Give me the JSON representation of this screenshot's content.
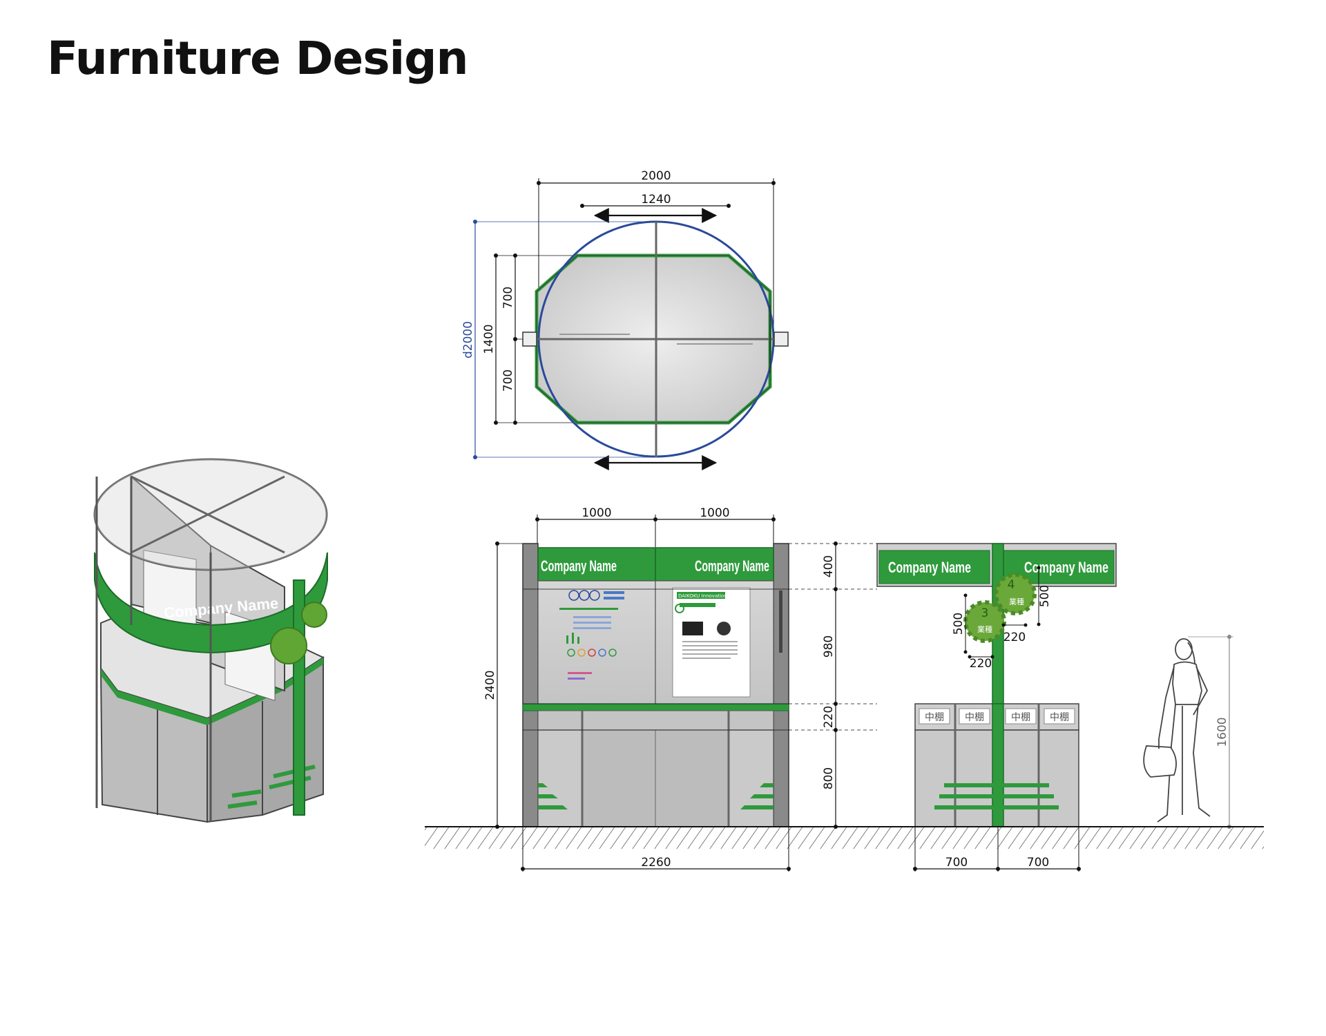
{
  "page": {
    "title": "Furniture Design"
  },
  "brand": {
    "company_name": "Company Name",
    "accent_color": "#2e9a3c",
    "frame_color": "#7d7d7d"
  },
  "plan_view": {
    "width_label": "2000",
    "inner_width_label": "1240",
    "diameter_label": "d2000",
    "depth_label": "1400",
    "half_depth_top": "700",
    "half_depth_bottom": "700"
  },
  "front_elevation": {
    "module_left": "1000",
    "module_right": "1000",
    "total_width": "2260",
    "total_height": "2400",
    "sign_height": "400",
    "panel_height": "980",
    "ledge_height": "220",
    "base_height": "800"
  },
  "side_elevation": {
    "shelf_label": "中棚",
    "gear_1_number": "3",
    "gear_2_number": "4",
    "gear_text": "業種",
    "dim_gear_height_1": "500",
    "dim_gear_height_2": "500",
    "dim_gear_offset_1": "220",
    "dim_gear_offset_2": "220",
    "width_left": "700",
    "width_right": "700"
  },
  "human_figure": {
    "height_label": "1600"
  },
  "poster": {
    "heading": "DAIKOKU Innovation"
  }
}
